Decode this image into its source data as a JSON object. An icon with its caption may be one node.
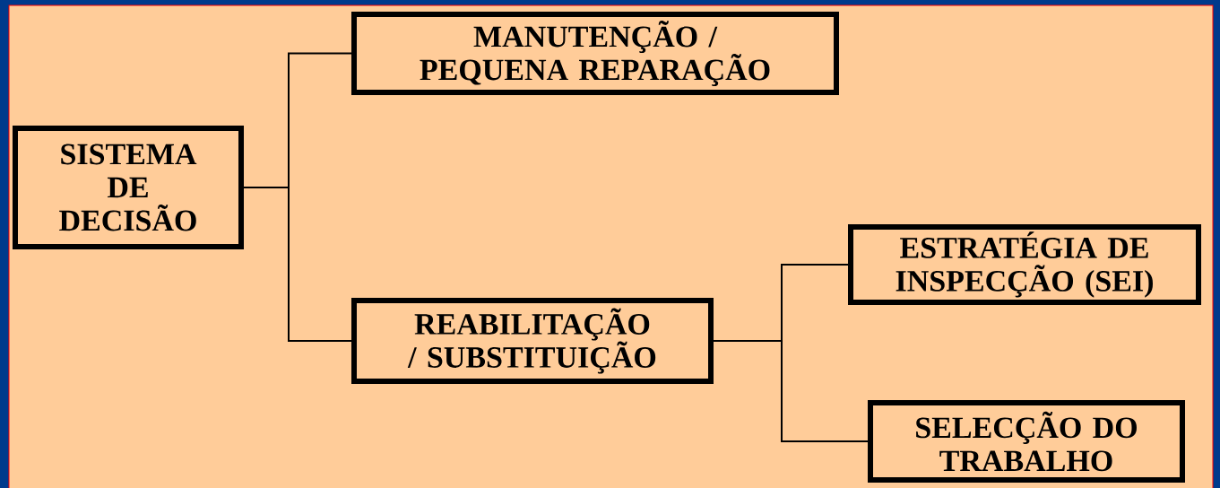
{
  "diagram": {
    "nodes": [
      {
        "text": [
          "SISTEMA DE DECISÃO"
        ]
      },
      {
        "text": [
          "MANUTENÇÃO / PEQUENA REPARAÇÃO"
        ]
      },
      {
        "text": [
          "REABILITAÇÃO / SUBSTITUIÇÃO"
        ]
      },
      {
        "text": [
          "ESTRATÉGIA DE INSPECÇÃO (SEI)"
        ]
      },
      {
        "text": [
          "SELECÇÃO DO TRABALHO"
        ]
      }
    ],
    "edges": [
      {
        "from": 0,
        "to": 1,
        "arrow": "none"
      },
      {
        "from": 0,
        "to": 2,
        "arrow": "none"
      },
      {
        "from": 2,
        "to": 3,
        "arrow": "none"
      },
      {
        "from": 2,
        "to": 4,
        "arrow": "none"
      }
    ]
  }
}
